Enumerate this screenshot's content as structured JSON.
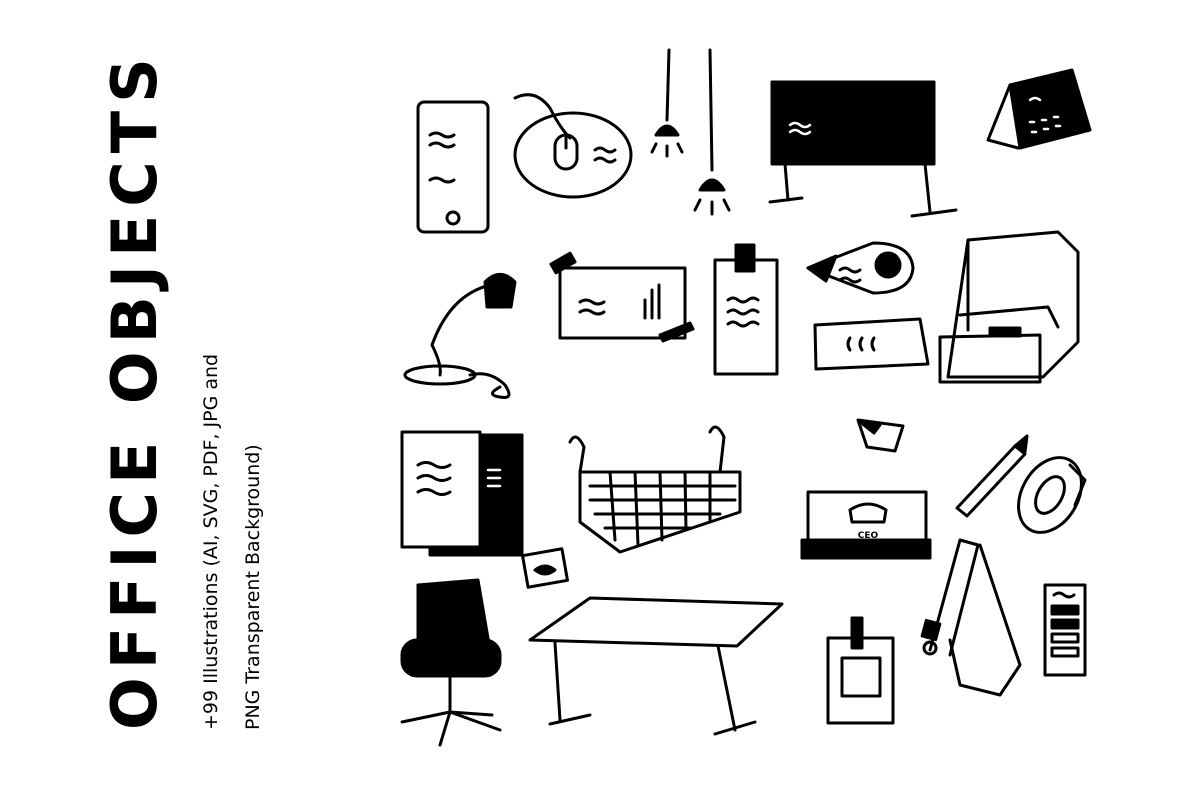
{
  "title": "OFFICE OBJECTS",
  "subtitle": {
    "line1": "+99 Illustrations (AI, SVG, PDF, JPG and",
    "line2": "PNG Transparent Background)"
  },
  "illustrations": {
    "nameplate_text": "CEO",
    "items": [
      "phone-icon",
      "mouse-pad-icon",
      "hanging-light-bulb-icon",
      "whiteboard-icon",
      "desk-calendar-icon",
      "desk-lamp-icon",
      "taped-note-icon",
      "clipboard-note-icon",
      "correction-tape-icon",
      "envelope-icon",
      "drawer-box-icon",
      "folder-icon",
      "wire-basket-icon",
      "sticky-note-icon",
      "name-plate-icon",
      "pencil-icon",
      "tape-roll-icon",
      "sharpener-icon",
      "office-chair-icon",
      "desk-table-icon",
      "id-badge-icon",
      "lanyard-icon",
      "color-swatch-icon"
    ]
  }
}
